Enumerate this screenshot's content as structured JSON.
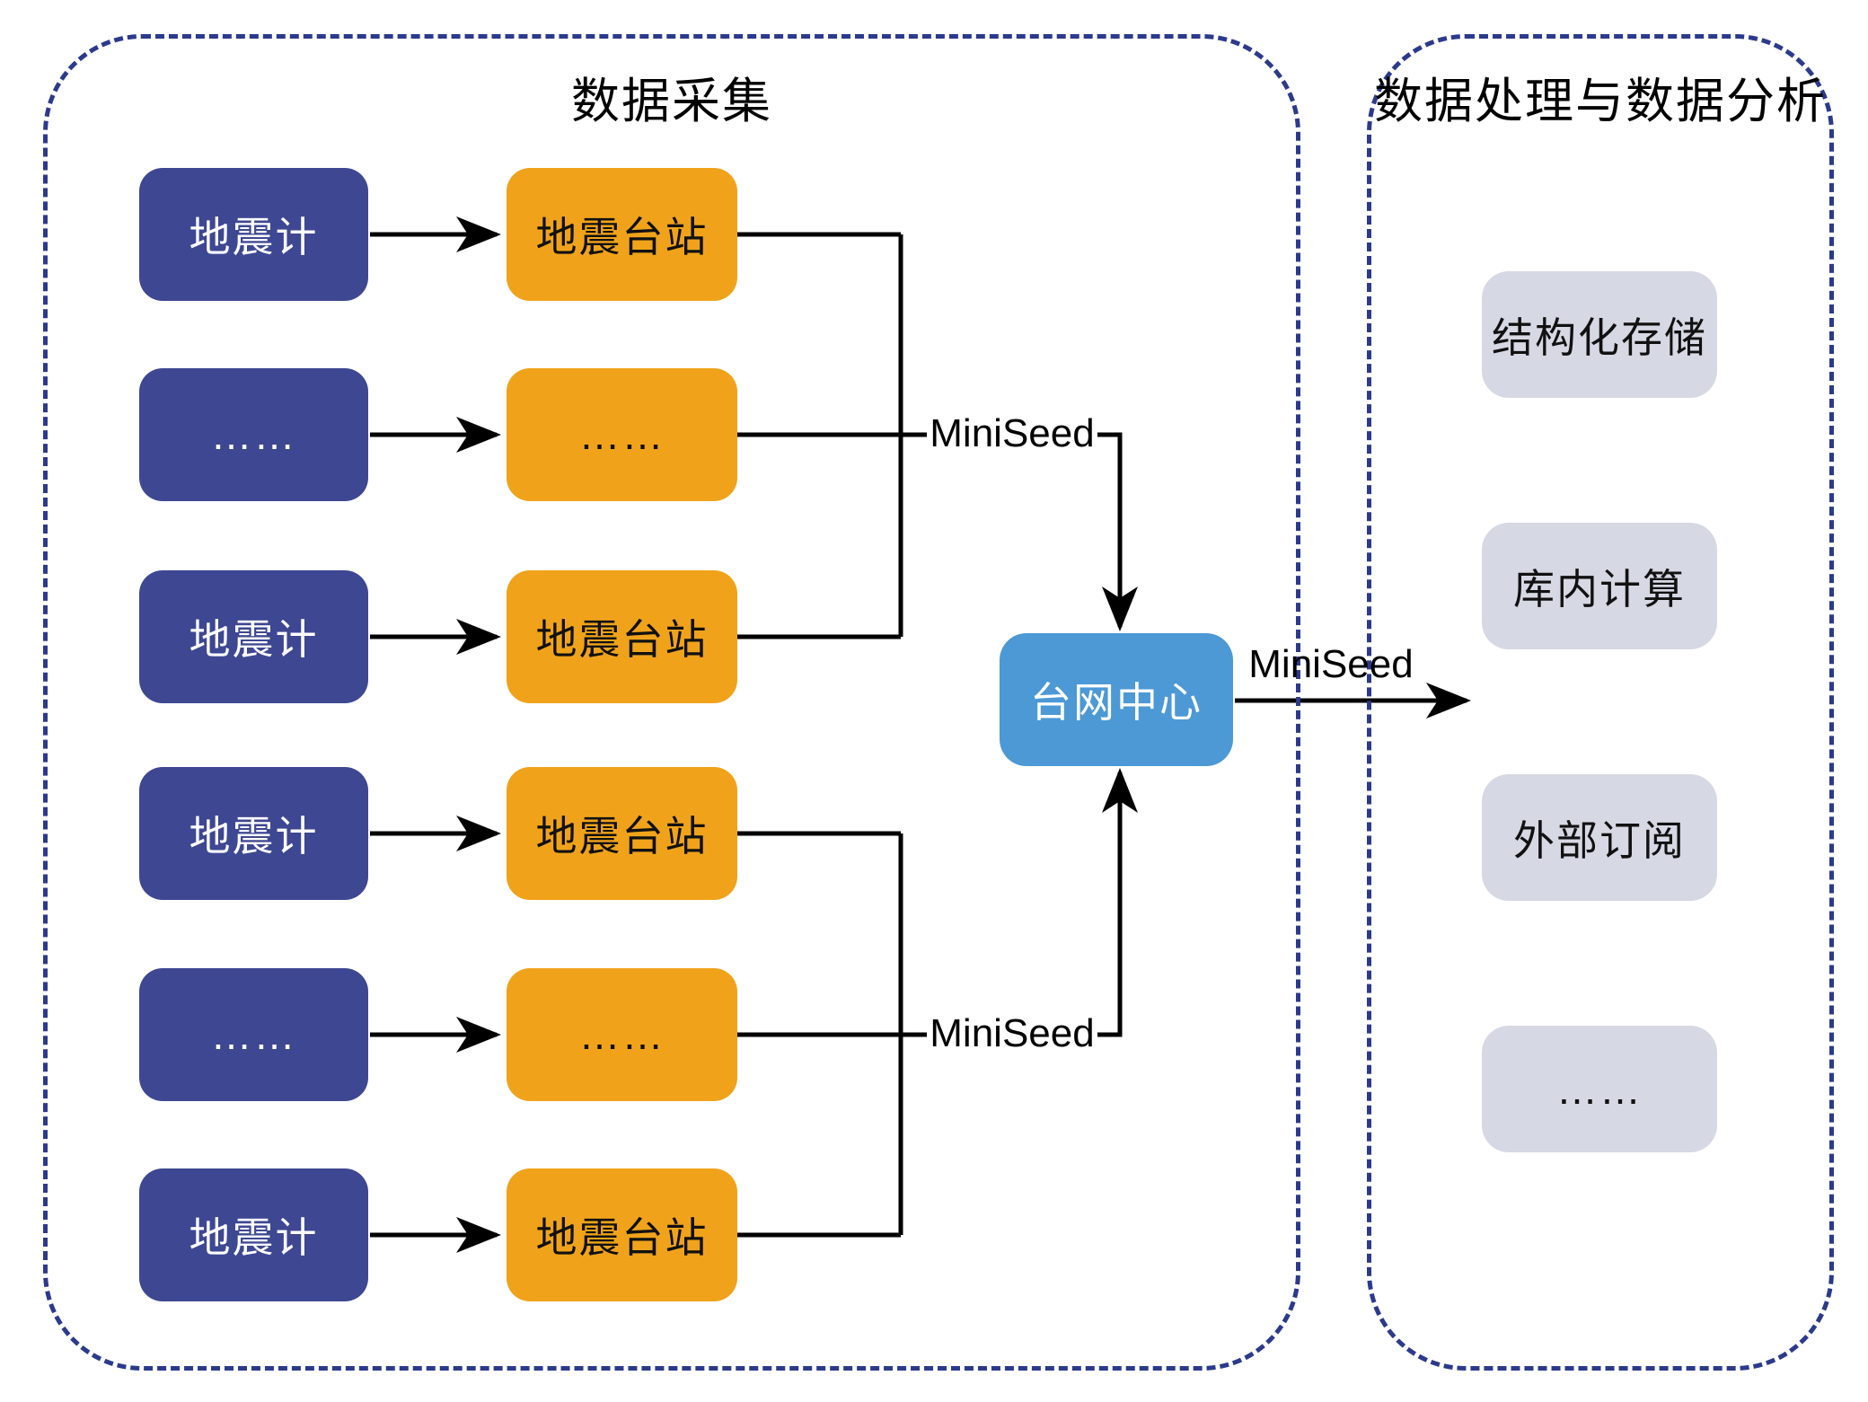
{
  "groups": {
    "collection": {
      "title": "数据采集"
    },
    "processing": {
      "title": "数据处理与数据分析"
    }
  },
  "collection": {
    "rows": [
      {
        "sensor": "地震计",
        "station": "地震台站"
      },
      {
        "sensor": "……",
        "station": "……"
      },
      {
        "sensor": "地震计",
        "station": "地震台站"
      },
      {
        "sensor": "地震计",
        "station": "地震台站"
      },
      {
        "sensor": "……",
        "station": "……"
      },
      {
        "sensor": "地震计",
        "station": "地震台站"
      }
    ]
  },
  "hub": {
    "label": "台网中心"
  },
  "edges": {
    "miniseed_top": "MiniSeed",
    "miniseed_bottom": "MiniSeed",
    "miniseed_out": "MiniSeed"
  },
  "processing": {
    "items": [
      "结构化存储",
      "库内计算",
      "外部订阅",
      "……"
    ]
  },
  "colors": {
    "sensor_box": "#3E4792",
    "station_box": "#F0A31A",
    "hub_box": "#4C99D5",
    "processing_box": "#D6D8E4",
    "container_border": "#2C3A8C",
    "wire": "#000000"
  }
}
